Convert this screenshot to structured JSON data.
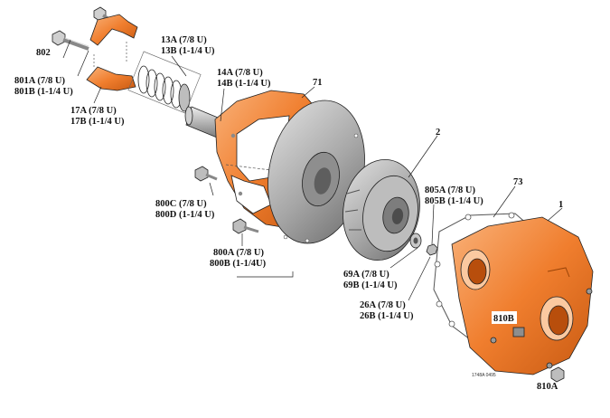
{
  "diagram": {
    "labels": {
      "l802": "802",
      "l801a": "801A (7/8 U)",
      "l801b": "801B (1-1/4 U)",
      "l17a": "17A (7/8 U)",
      "l17b": "17B (1-1/4 U)",
      "l13a": "13A (7/8 U)",
      "l13b": "13B (1-1/4 U)",
      "l14a": "14A (7/8 U)",
      "l14b": "14B (1-1/4 U)",
      "l71": "71",
      "l2": "2",
      "l73": "73",
      "l1": "1",
      "l800c": "800C (7/8 U)",
      "l800d": "800D (1-1/4 U)",
      "l800a": "800A (7/8 U)",
      "l800b": "800B (1-1/4U)",
      "l805a": "805A (7/8 U)",
      "l805b": "805B (1-1/4 U)",
      "l69a": "69A (7/8 U)",
      "l69b": "69B (1-1/4 U)",
      "l26a": "26A (7/8 U)",
      "l26b": "26B (1-1/4 U)",
      "l810b": "810B",
      "l810a": "810A",
      "drawing_no": "1748A 0495"
    },
    "colors": {
      "orange": "#F07E2E",
      "orange_dark": "#C85A12",
      "orange_light": "#F8A766",
      "gray": "#A6A6A6",
      "gray_dark": "#6E6E6E",
      "gray_light": "#D4D4D4"
    }
  }
}
